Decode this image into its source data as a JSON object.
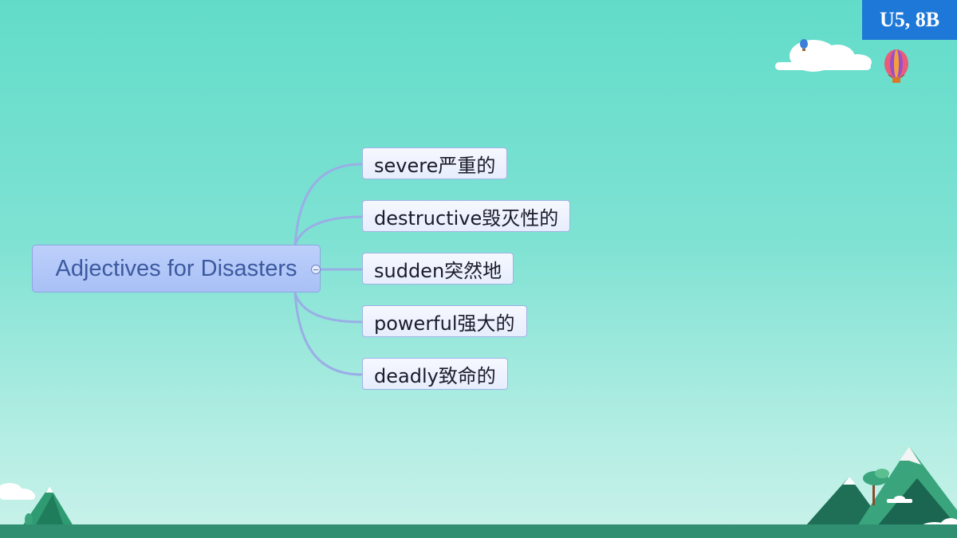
{
  "badge": "U5, 8B",
  "mindmap": {
    "central": "Adjectives for Disasters",
    "branches": [
      {
        "label": "severe严重的"
      },
      {
        "label": "destructive毁灭性的"
      },
      {
        "label": "sudden突然地"
      },
      {
        "label": "powerful强大的"
      },
      {
        "label": "deadly致命的"
      }
    ]
  },
  "colors": {
    "accent_badge": "#1e78d8",
    "connector": "#9aaee6",
    "central_fill": "#b3c7f8",
    "branch_fill": "#eef2fe"
  },
  "icons": [
    "balloon-icon",
    "cloud-icon",
    "mountain-icon",
    "tree-icon"
  ]
}
